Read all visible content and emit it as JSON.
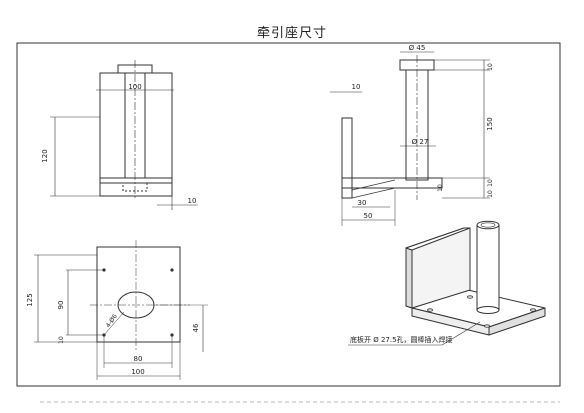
{
  "title": "牵引座尺寸",
  "front_view": {
    "width_label": "100",
    "height_label": "120",
    "plate_label": "10"
  },
  "side_view": {
    "pin_dia_label": "Ø 45",
    "tube_dia_label": "Ø 27",
    "top_label": "10",
    "height_label": "150",
    "wall_label": "10",
    "plate_label": "10",
    "bottom_label_a": "10",
    "bottom_label_b": "10",
    "inner_label": "30",
    "outer_label": "50"
  },
  "bottom_view": {
    "height_label": "125",
    "hole_spacing_v_label": "90",
    "edge_label": "10",
    "hole_callout_label": "4-Ø6",
    "hole_spacing_h_label": "80",
    "width_label": "100",
    "center_label": "46"
  },
  "iso_note": "底板开 Ø 27.5孔，圆棒插入焊接"
}
